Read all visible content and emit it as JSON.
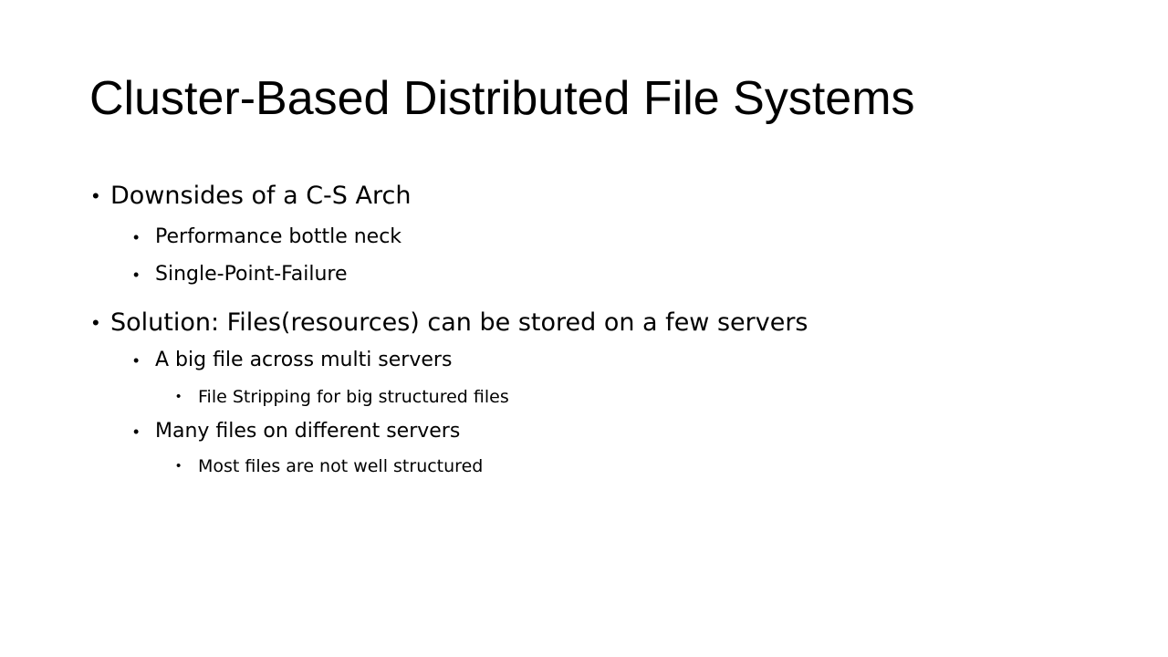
{
  "slide": {
    "title": "Cluster-Based Distributed File Systems",
    "bullet_glyph": "•",
    "items": [
      {
        "level": 1,
        "text": "Downsides of a C-S Arch"
      },
      {
        "level": 2,
        "text": "Performance bottle neck"
      },
      {
        "level": 2,
        "text": "Single-Point-Failure"
      },
      {
        "level": 1,
        "text": "Solution: Files(resources) can be stored on a few servers"
      },
      {
        "level": 2,
        "text": "A big file across multi servers"
      },
      {
        "level": 3,
        "text": "File Stripping for big structured files"
      },
      {
        "level": 2,
        "text": "Many files on different servers"
      },
      {
        "level": 3,
        "text": "Most files are not well structured"
      }
    ]
  }
}
